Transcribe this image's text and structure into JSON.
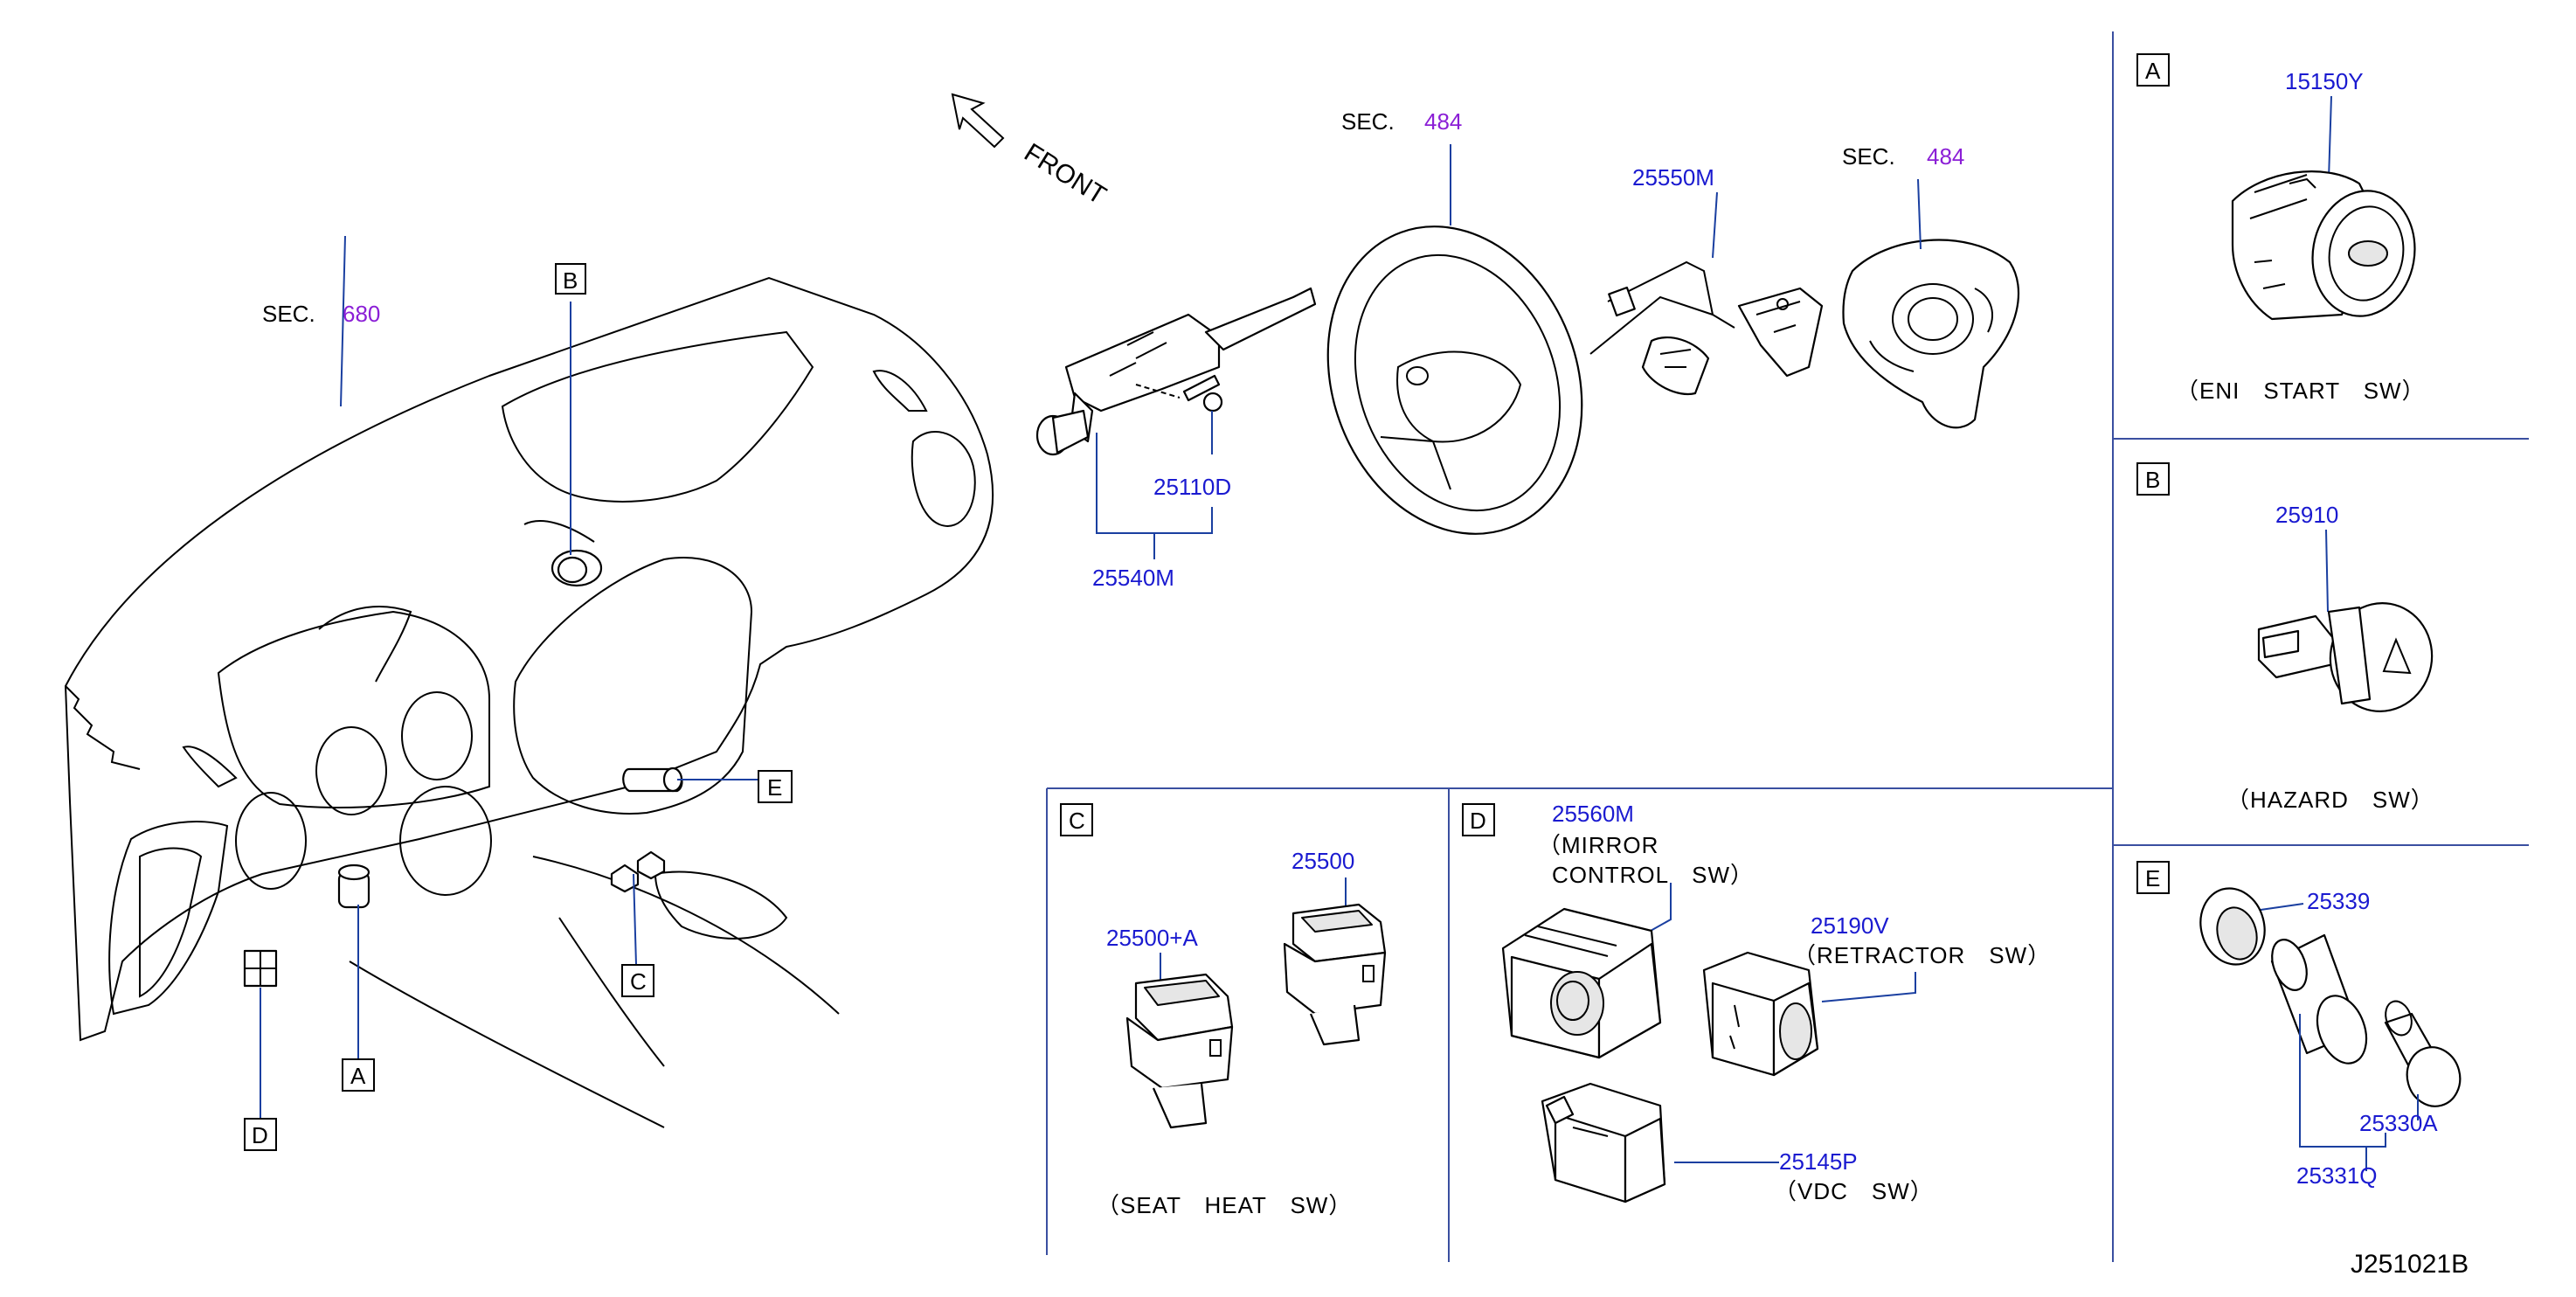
{
  "front_label": "FRONT",
  "sec_labels": [
    {
      "prefix": "SEC.",
      "num": "680"
    },
    {
      "prefix": "SEC.",
      "num": "484"
    },
    {
      "prefix": "SEC.",
      "num": "484"
    }
  ],
  "callouts": {
    "A": "A",
    "B": "B",
    "C": "C",
    "D": "D",
    "E": "E"
  },
  "part_numbers": {
    "p25110D": "25110D",
    "p25540M": "25540M",
    "p25550M": "25550M",
    "p15150Y": "15150Y",
    "p25910": "25910",
    "p25500A": "25500+A",
    "p25500": "25500",
    "p25560M": "25560M",
    "p25190V": "25190V",
    "p25145P": "25145P",
    "p25339": "25339",
    "p25330A": "25330A",
    "p25331Q": "25331Q"
  },
  "captions": {
    "eni_start": "（ENI　START　SW）",
    "hazard": "（HAZARD　SW）",
    "seat_heat": "（SEAT　HEAT　SW）",
    "mirror_1": "（MIRROR",
    "mirror_2": "CONTROL　SW）",
    "retractor": "（RETRACTOR　SW）",
    "vdc": "（VDC　SW）"
  },
  "diagram_id": "J251021B"
}
